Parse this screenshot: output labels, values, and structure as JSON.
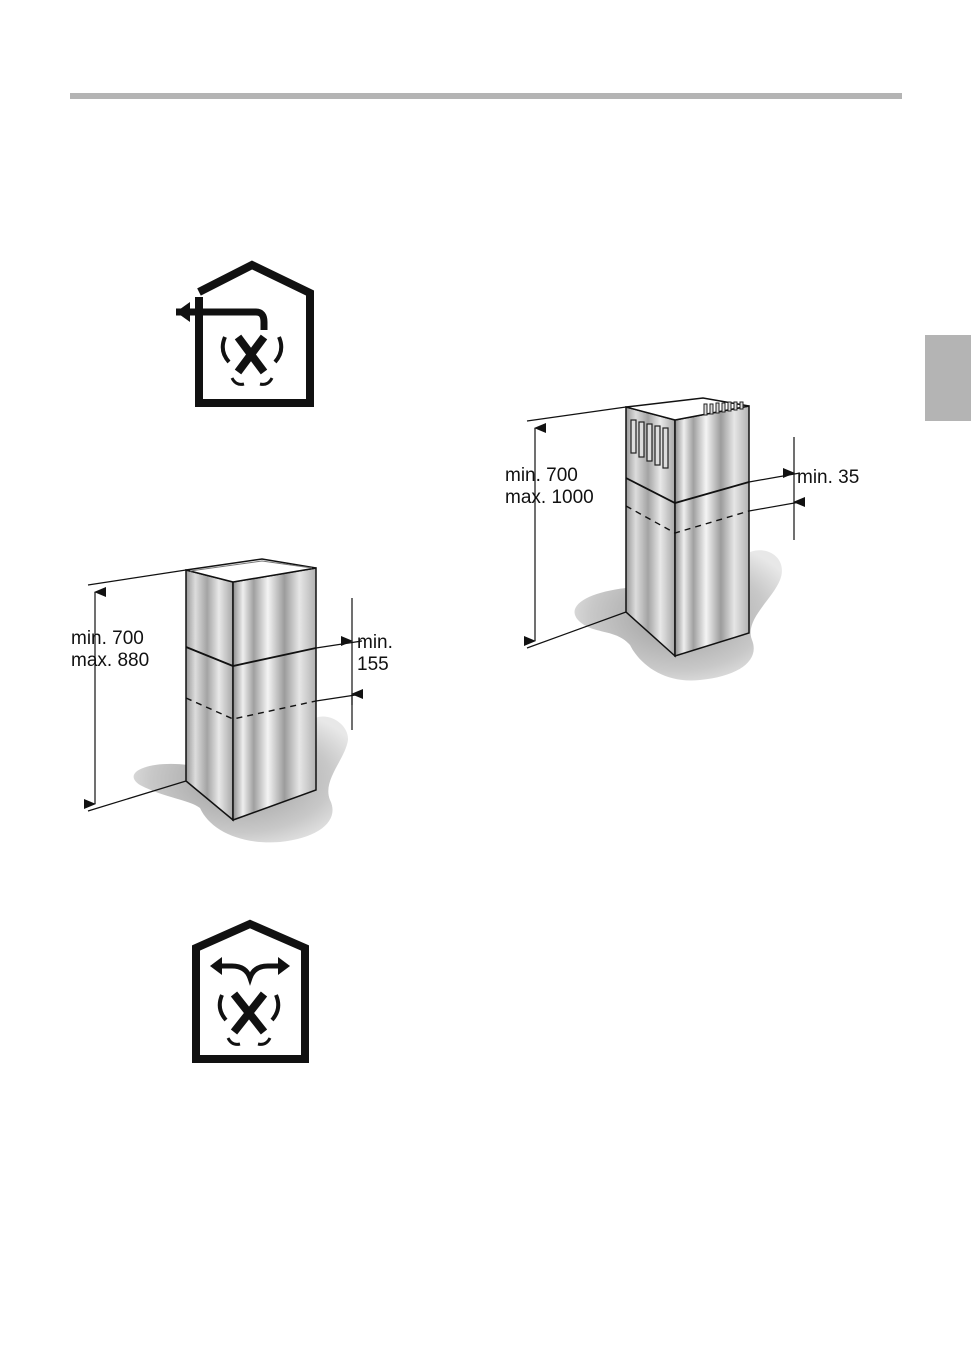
{
  "header_rule_color": "#b4b4b4",
  "side_tab_color": "#b4b4b4",
  "icons": {
    "exhaust_mode": "house-with-outlet-arrow-and-fan-icon",
    "recirculation_mode": "house-with-recirculation-arrows-and-fan-icon"
  },
  "chimney_exhaust": {
    "height_label_min": "min. 700",
    "height_label_max": "max. 880",
    "overlap_label_line1": "min.",
    "overlap_label_line2": "155"
  },
  "chimney_recirculation": {
    "height_label_min": "min. 700",
    "height_label_max": "max. 1000",
    "overlap_label": "min. 35"
  }
}
